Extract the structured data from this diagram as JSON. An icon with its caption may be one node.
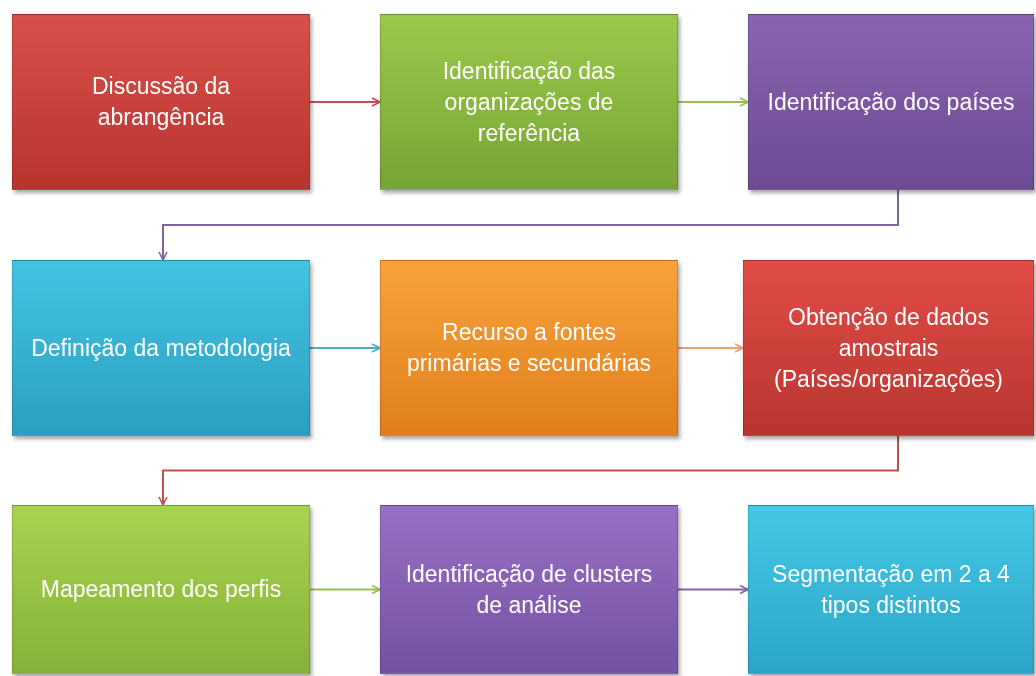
{
  "diagram": {
    "nodes": [
      {
        "text": [
          "Discussão da abrangência"
        ]
      },
      {
        "text": [
          "Identificação das organizações de referência"
        ]
      },
      {
        "text": [
          "Identificação dos países"
        ]
      },
      {
        "text": [
          "Definição da metodologia"
        ]
      },
      {
        "text": [
          "Recurso a fontes primárias e secundárias"
        ]
      },
      {
        "text": [
          "Obtenção de dados amostrais (Países/organizações)"
        ]
      },
      {
        "text": [
          "Mapeamento dos perfis"
        ]
      },
      {
        "text": [
          "Identificação de clusters de análise"
        ]
      },
      {
        "text": [
          "Segmentação em 2 a 4 tipos distintos"
        ]
      }
    ],
    "edges": [
      {
        "from": 0,
        "to": 1,
        "arrow": "to",
        "color": "#c0504d"
      },
      {
        "from": 1,
        "to": 2,
        "arrow": "to",
        "color": "#9bbb59"
      },
      {
        "from": 2,
        "to": 3,
        "arrow": "to",
        "color": "#8064a2"
      },
      {
        "from": 3,
        "to": 4,
        "arrow": "to",
        "color": "#4bacc6"
      },
      {
        "from": 4,
        "to": 5,
        "arrow": "to",
        "color": "#f0a070"
      },
      {
        "from": 5,
        "to": 6,
        "arrow": "to",
        "color": "#c0504d"
      },
      {
        "from": 6,
        "to": 7,
        "arrow": "to",
        "color": "#9bbb59"
      },
      {
        "from": 7,
        "to": 8,
        "arrow": "to",
        "color": "#8064a2"
      }
    ]
  }
}
